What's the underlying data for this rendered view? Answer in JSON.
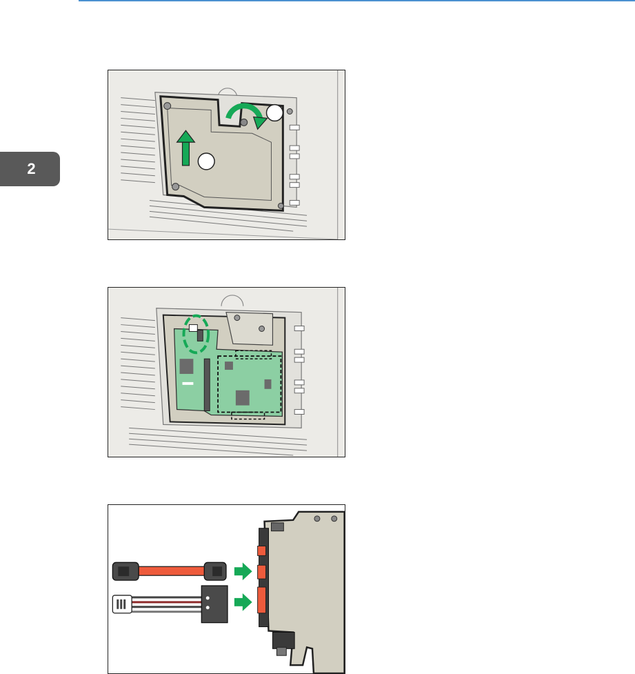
{
  "chapter": {
    "number": "2"
  },
  "colors": {
    "accent_rule": "#4a90d0",
    "chapter_tab": "#595959",
    "device_panel": "#ecebe7",
    "cover_plate": "#d2cfc1",
    "board_green": "#8ccfa3",
    "arrow_green": "#16a957",
    "cable_red": "#ee5b3c"
  },
  "figures": [
    {
      "id": "remove-slot-cover",
      "icons": [
        "arrow-up-icon",
        "rotate-arrow-icon",
        "step-marker-icon"
      ]
    },
    {
      "id": "controller-board-mounting-points",
      "icons": [
        "dashed-highlight-icon"
      ]
    },
    {
      "id": "connect-hdd-cables",
      "icons": [
        "sata-cable-icon",
        "power-cable-icon",
        "arrow-right-icon"
      ]
    }
  ]
}
